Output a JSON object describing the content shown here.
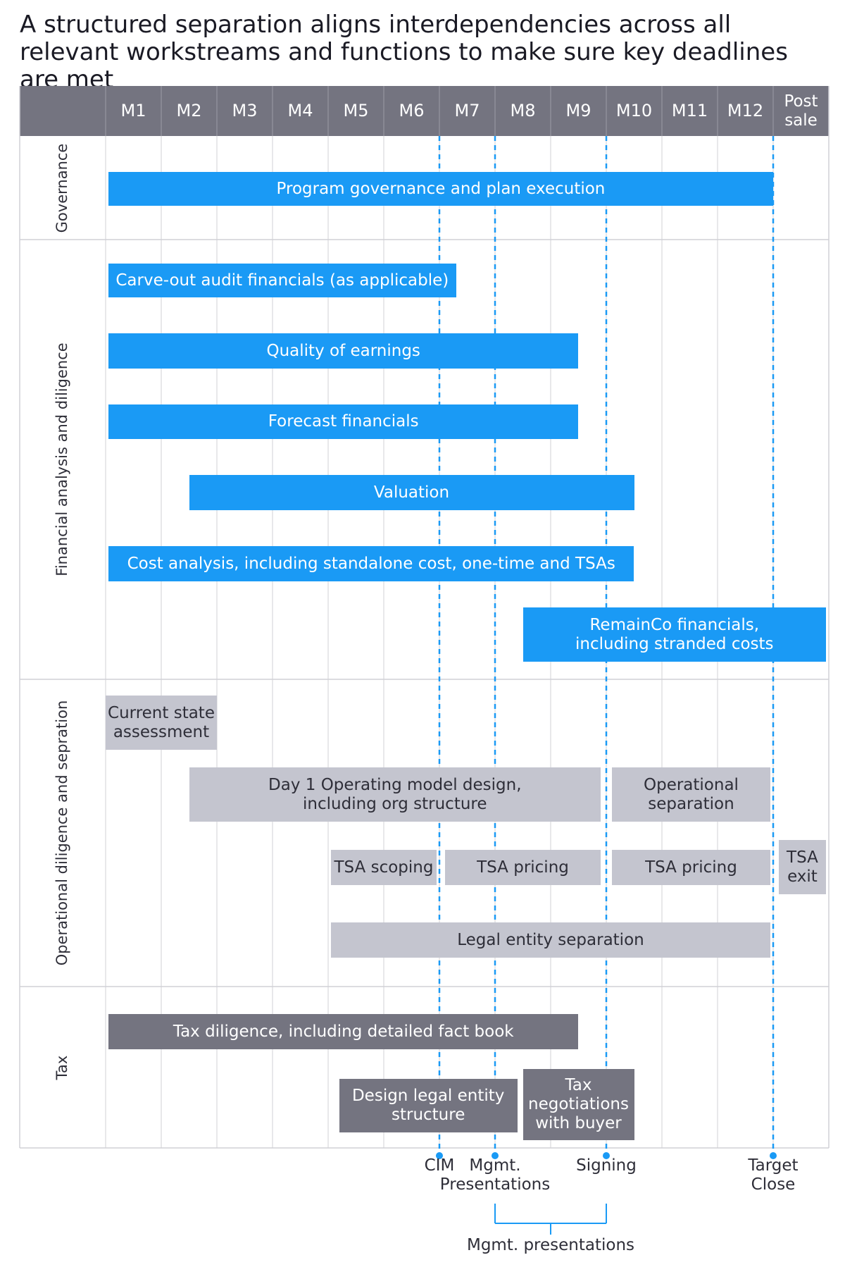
{
  "title": "A structured separation aligns interdependencies across all relevant workstreams and functions to make sure key deadlines are met",
  "months": [
    "M1",
    "M2",
    "M3",
    "M4",
    "M5",
    "M6",
    "M7",
    "M8",
    "M9",
    "M10",
    "M11",
    "M12",
    "Post\nsale"
  ],
  "rows": [
    {
      "label": "Governance"
    },
    {
      "label": "Financial analysis and diligence"
    },
    {
      "label": "Operational diligence and sepration"
    },
    {
      "label": "Tax"
    }
  ],
  "bars": [
    {
      "label": "Program governance and plan execution",
      "style": "blue",
      "start": 0.05,
      "end": 12.0
    },
    {
      "label": "Carve-out audit financials (as applicable)",
      "style": "blue",
      "start": 0.05,
      "end": 6.3
    },
    {
      "label": "Quality of earnings",
      "style": "blue",
      "start": 0.05,
      "end": 8.5
    },
    {
      "label": "Forecast financials",
      "style": "blue",
      "start": 0.05,
      "end": 8.5
    },
    {
      "label": "Valuation",
      "style": "blue",
      "start": 1.5,
      "end": 9.5
    },
    {
      "label": "Cost analysis, including standalone cost, one-time and TSAs",
      "style": "blue",
      "start": 0.05,
      "end": 9.5
    },
    {
      "label": "RemainCo financials,\nincluding stranded costs",
      "style": "blue",
      "start": 7.5,
      "end": 12.95
    },
    {
      "label": "Current state\nassessment",
      "style": "grey",
      "start": 0.0,
      "end": 2.0
    },
    {
      "label": "Day 1 Operating model design,\nincluding org structure",
      "style": "grey",
      "start": 1.5,
      "end": 8.9
    },
    {
      "label": "Operational\nseparation",
      "style": "grey",
      "start": 9.1,
      "end": 11.95
    },
    {
      "label": "TSA scoping",
      "style": "grey",
      "start": 4.05,
      "end": 5.95
    },
    {
      "label": "TSA pricing",
      "style": "grey",
      "start": 6.1,
      "end": 8.9
    },
    {
      "label": "TSA pricing",
      "style": "grey",
      "start": 9.1,
      "end": 11.95
    },
    {
      "label": "TSA\nexit",
      "style": "grey",
      "start": 12.1,
      "end": 12.95
    },
    {
      "label": "Legal entity separation",
      "style": "grey",
      "start": 4.05,
      "end": 11.95
    },
    {
      "label": "Tax diligence, including detailed fact book",
      "style": "dark",
      "start": 0.05,
      "end": 8.5
    },
    {
      "label": "Design legal entity\nstructure",
      "style": "dark",
      "start": 4.2,
      "end": 7.4
    },
    {
      "label": "Tax\nnegotiations\nwith buyer",
      "style": "dark",
      "start": 7.5,
      "end": 9.5
    }
  ],
  "milestones": [
    {
      "label": "CIM",
      "at": 6.0
    },
    {
      "label": "Mgmt.\nPresentations",
      "at": 7.0
    },
    {
      "label": "Signing",
      "at": 9.0
    },
    {
      "label": "Target\nClose",
      "at": 12.0
    }
  ],
  "bracket_label": "Mgmt. presentations",
  "colors": {
    "header": "#747480",
    "blue": "#1a9af5",
    "grey": "#c4c5cf",
    "dark": "#747480",
    "grid": "#d0d0d6",
    "milestone": "#1a9af5"
  }
}
